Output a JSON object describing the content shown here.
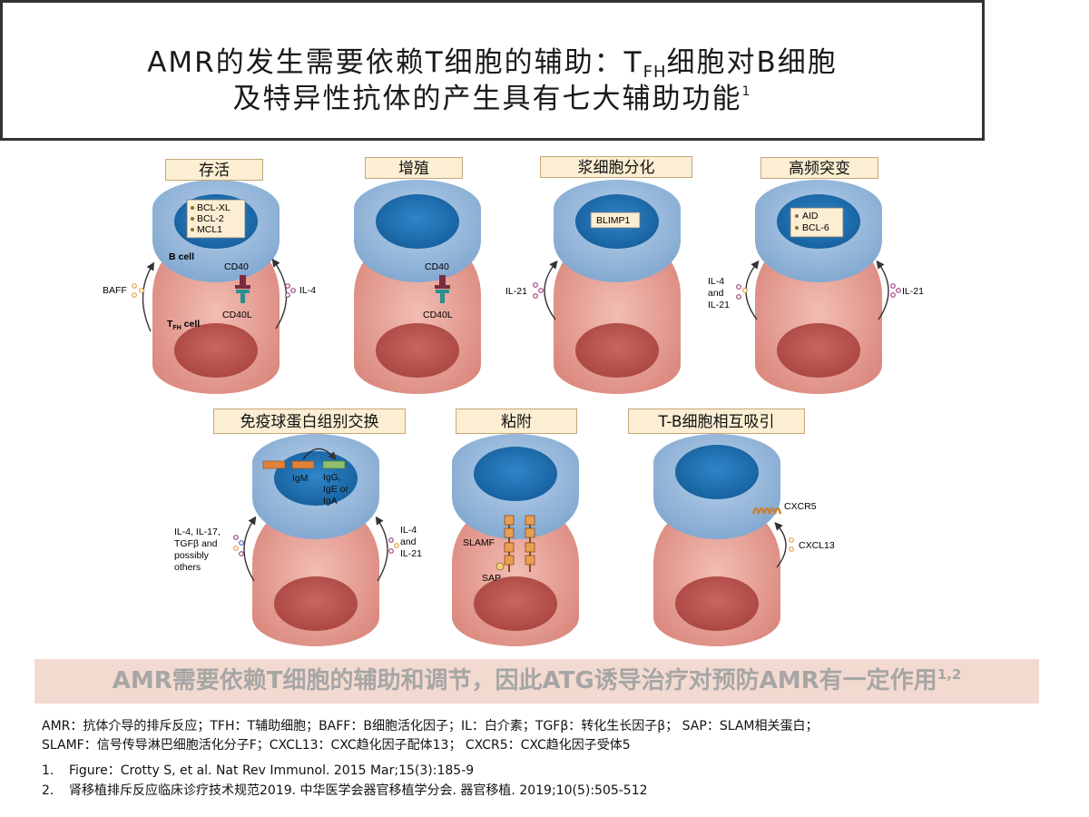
{
  "title": {
    "line1_part1": "AMR的发生需要依赖T细胞的辅助：T",
    "line1_sub": "FH",
    "line1_part2": "细胞对B细胞",
    "line2": "及特异性抗体的产生具有七大辅助功能",
    "line2_sup": "1"
  },
  "panels": {
    "survival": {
      "label": "存活",
      "nucleus_items": [
        "BCL-XL",
        "BCL-2",
        "MCL1"
      ],
      "b_cell_label": "B cell",
      "tfh_label_main": "T",
      "tfh_label_sub": "FH",
      "tfh_label_rest": " cell",
      "cd40": "CD40",
      "cd40l": "CD40L",
      "left_signal": "BAFF",
      "right_signal": "IL-4"
    },
    "proliferation": {
      "label": "增殖",
      "cd40": "CD40",
      "cd40l": "CD40L"
    },
    "plasma": {
      "label": "浆细胞分化",
      "nucleus_items": [
        "BLIMP1"
      ],
      "left_signal": "IL-21"
    },
    "hypermutation": {
      "label": "高频突变",
      "nucleus_items": [
        "AID",
        "BCL-6"
      ],
      "left_signal": [
        "IL-4",
        "and",
        "IL-21"
      ],
      "right_signal": "IL-21"
    },
    "class_switch": {
      "label": "免疫球蛋白组别交换",
      "igm": "IgM",
      "igg": [
        "IgG,",
        "IgE or",
        "IgA"
      ],
      "left_signal": [
        "IL-4, IL-17,",
        "TGFβ and",
        "possibly",
        "others"
      ],
      "right_signal": [
        "IL-4",
        "and",
        "IL-21"
      ]
    },
    "adhesion": {
      "label": "粘附",
      "slamf": "SLAMF",
      "sap": "SAP"
    },
    "attraction": {
      "label": "T-B细胞相互吸引",
      "cxcr5": "CXCR5",
      "cxcl13": "CXCL13"
    }
  },
  "banner": {
    "text": "AMR需要依赖T细胞的辅助和调节，因此ATG诱导治疗对预防AMR有一定作用",
    "sup": "1,2"
  },
  "abbreviations": [
    "AMR：抗体介导的排斥反应；TFH：T辅助细胞；BAFF：B细胞活化因子；IL：白介素；TGFβ：转化生长因子β； SAP：SLAM相关蛋白；",
    "SLAMF：信号传导淋巴细胞活化分子F；CXCL13：CXC趋化因子配体13； CXCR5：CXC趋化因子受体5"
  ],
  "references": [
    {
      "num": "1.",
      "text": "Figure：Crotty S, et al.  Nat Rev Immunol. 2015 Mar;15(3):185-9"
    },
    {
      "num": "2.",
      "text": "肾移植排斥反应临床诊疗技术规范2019. 中华医学会器官移植学分会. 器官移植. 2019;10(5):505-512"
    }
  ],
  "colors": {
    "b_cell": "#8fb4d8",
    "b_nucleus": "#1f6eb0",
    "t_cell": "#e8a29a",
    "t_nucleus": "#c0524d",
    "label_bg": "#fbeed2",
    "banner_bg": "#f3dad0",
    "banner_text": "#a6a6a6"
  }
}
